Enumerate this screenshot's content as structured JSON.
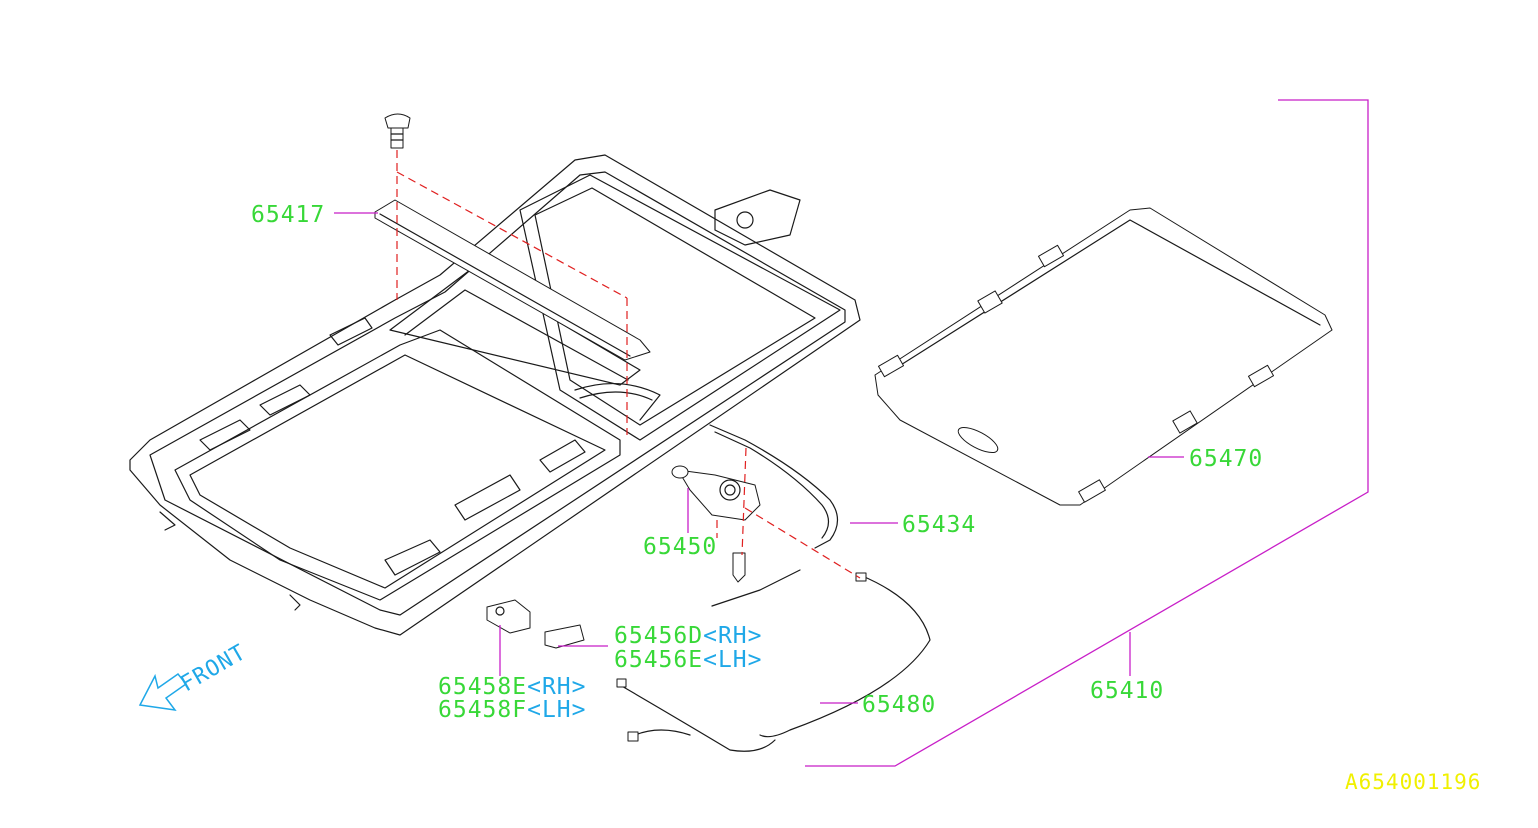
{
  "diagram": {
    "parts": {
      "p65417": "65417",
      "p65470": "65470",
      "p65434": "65434",
      "p65450": "65450",
      "p65456_num": "65456D",
      "p65456_rh": "<RH>",
      "p65456e_num": "65456E",
      "p65456e_lh": "<LH>",
      "p65458_num": "65458E",
      "p65458_rh": "<RH>",
      "p65458f_num": "65458F",
      "p65458f_lh": "<LH>",
      "p65480": "65480",
      "p65410": "65410"
    },
    "direction_label": "FRONT",
    "illustration_code": "A654001196",
    "colors": {
      "part_number": "#38d838",
      "side_marker": "#1fa8e8",
      "leader_line": "#c81fc8",
      "dashed_alignment": "#e02020",
      "illustration_code": "#f0f000",
      "line_art": "#1a1a1a"
    }
  }
}
